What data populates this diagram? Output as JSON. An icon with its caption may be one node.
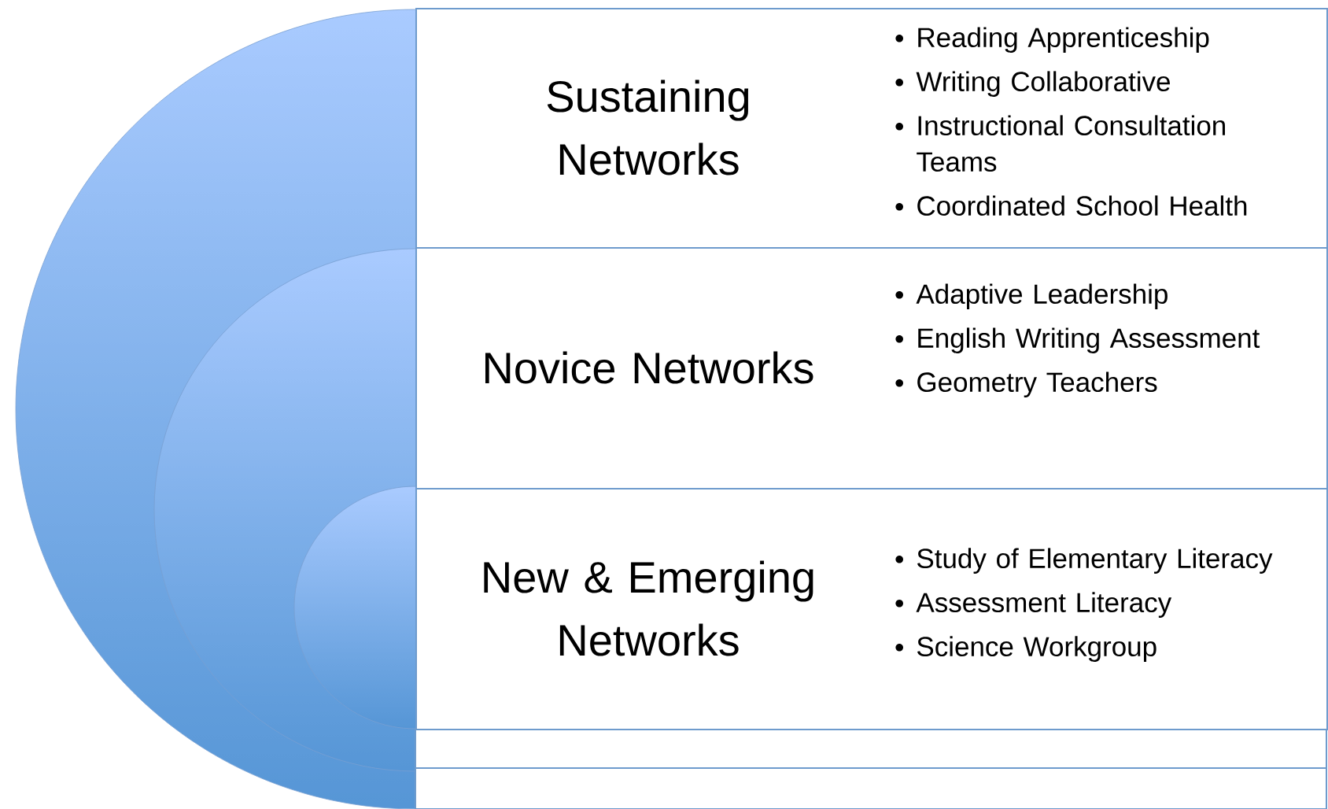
{
  "diagram": {
    "nodes": [
      {
        "text": [
          "Sustaining Networks",
          "Reading Apprenticeship",
          "Writing Collaborative",
          "Instructional Consultation Teams",
          "Coordinated School Health"
        ]
      },
      {
        "text": [
          "Novice Networks",
          "Adaptive Leadership",
          "English Writing Assessment",
          "Geometry Teachers"
        ]
      },
      {
        "text": [
          "New & Emerging Networks",
          "Study of Elementary Literacy",
          "Assessment Literacy",
          "Science Workgroup"
        ]
      }
    ]
  }
}
